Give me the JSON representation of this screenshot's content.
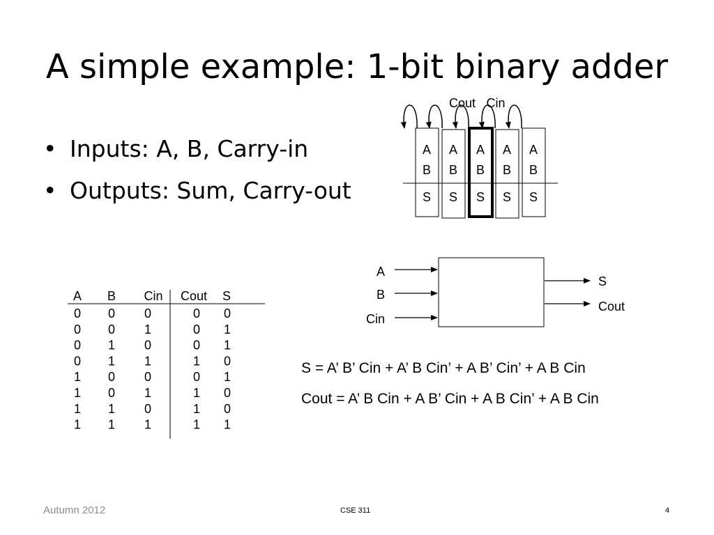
{
  "slide": {
    "title": "A simple example: 1-bit binary adder",
    "bullets": [
      "Inputs: A, B, Carry-in",
      "Outputs: Sum, Carry-out"
    ]
  },
  "chain": {
    "cout_label": "Cout",
    "cin_label": "Cin",
    "cells": [
      {
        "a": "A",
        "b": "B",
        "s": "S"
      },
      {
        "a": "A",
        "b": "B",
        "s": "S"
      },
      {
        "a": "A",
        "b": "B",
        "s": "S"
      },
      {
        "a": "A",
        "b": "B",
        "s": "S"
      },
      {
        "a": "A",
        "b": "B",
        "s": "S"
      }
    ]
  },
  "block": {
    "inputs": [
      "A",
      "B",
      "Cin"
    ],
    "outputs": [
      "S",
      "Cout"
    ]
  },
  "truth_table": {
    "headers": [
      "A",
      "B",
      "Cin",
      "Cout",
      "S"
    ],
    "rows": [
      [
        "0",
        "0",
        "0",
        "0",
        "0"
      ],
      [
        "0",
        "0",
        "1",
        "0",
        "1"
      ],
      [
        "0",
        "1",
        "0",
        "0",
        "1"
      ],
      [
        "0",
        "1",
        "1",
        "1",
        "0"
      ],
      [
        "1",
        "0",
        "0",
        "0",
        "1"
      ],
      [
        "1",
        "0",
        "1",
        "1",
        "0"
      ],
      [
        "1",
        "1",
        "0",
        "1",
        "0"
      ],
      [
        "1",
        "1",
        "1",
        "1",
        "1"
      ]
    ]
  },
  "equations": [
    "S = A’ B’ Cin + A’ B Cin’ + A B’ Cin’ + A B Cin",
    "Cout = A’ B Cin + A B’ Cin + A B Cin’ + A B Cin"
  ],
  "footer": {
    "left": "Autumn 2012",
    "center": "CSE 311",
    "right": "4"
  }
}
